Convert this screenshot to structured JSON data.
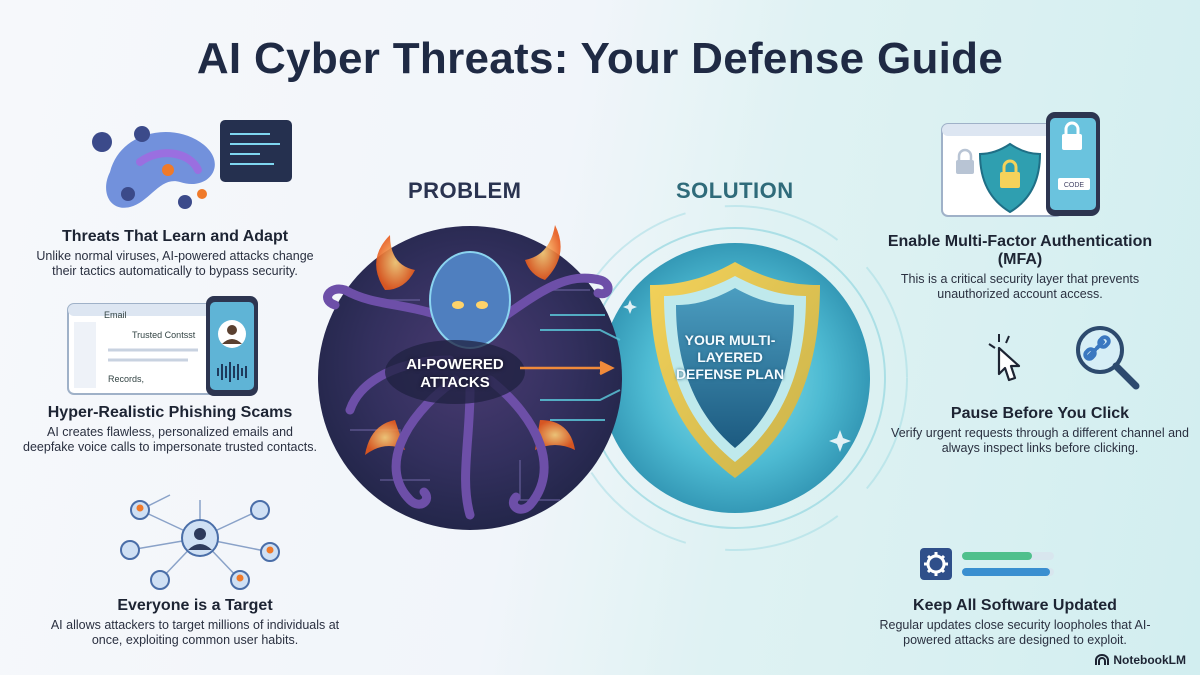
{
  "header": {
    "title": "AI Cyber Threats: Your Defense Guide"
  },
  "columns": {
    "problem": "PROBLEM",
    "solution": "SOLUTION"
  },
  "center": {
    "attacks_label": "AI-POWERED ATTACKS",
    "defense_label": "YOUR MULTI-LAYERED DEFENSE PLAN"
  },
  "threats": [
    {
      "title": "Threats That Learn and Adapt",
      "body": "Unlike normal viruses, AI-powered attacks change their tactics automatically to bypass security.",
      "icon": "ai-tentacle-code-icon"
    },
    {
      "title": "Hyper-Realistic Phishing Scams",
      "body": "AI creates flawless, personalized emails and deepfake voice calls to impersonate trusted contacts.",
      "icon": "phishing-email-phone-icon"
    },
    {
      "title": "Everyone is a Target",
      "body": "AI allows attackers to target millions of individuals at once, exploiting common user habits.",
      "icon": "user-network-icon"
    }
  ],
  "defenses": [
    {
      "title": "Enable Multi-Factor Authentication (MFA)",
      "body": "This is a critical security layer that prevents unauthorized account access.",
      "icon": "mfa-lock-icon"
    },
    {
      "title": "Pause Before You Click",
      "body": "Verify urgent requests through a different channel and always inspect links before clicking.",
      "icon": "pointer-link-magnifier-icon"
    },
    {
      "title": "Keep All Software Updated",
      "body": "Regular updates close security loopholes that AI-powered attacks are designed to exploit.",
      "icon": "gear-progress-icon"
    }
  ],
  "illustrations": {
    "phishing": {
      "email_label": "Email",
      "contact_label": "Trusted Contsst",
      "records_label": "Records,"
    },
    "mfa": {
      "code_label": "CODE"
    }
  },
  "brand": {
    "name": "NotebookLM"
  },
  "colors": {
    "title": "#1f2a44",
    "problem_orb": "#2b2f5a",
    "solution_orb": "#3aa7c4",
    "accent_orange": "#f07a2a",
    "accent_teal": "#2f9fb0"
  }
}
